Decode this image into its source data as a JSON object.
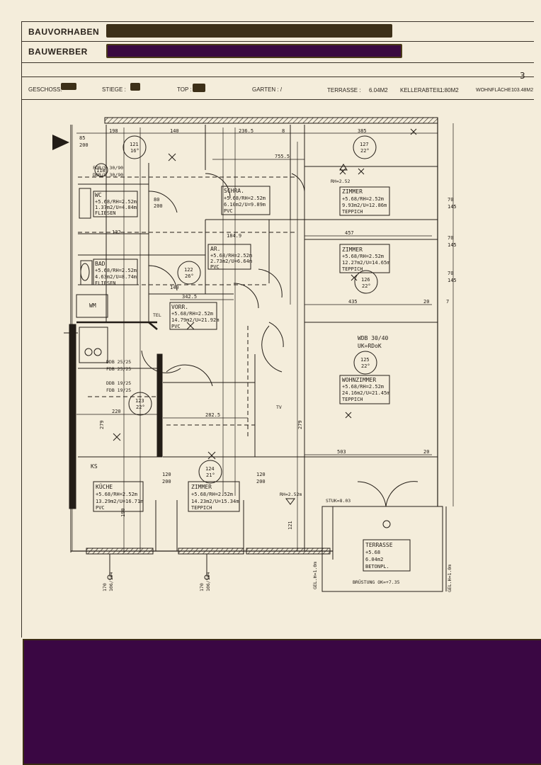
{
  "header": {
    "bauvorhaben_label": "BAUVORHABEN",
    "bauwerber_label": "BAUWERBER",
    "geschoss_label": "GESCHOSS:",
    "stiege_label": "STIEGE :",
    "top_label": "TOP :",
    "garten_label": "GARTEN : /",
    "terrasse_label": "TERRASSE :",
    "terrasse_value": "6.04M2",
    "kellerabteil_label": "KELLERABTEIL :",
    "kellerabteil_value": "1.80M2",
    "wohnflaeche_label": "WOHNFLÄCHE :",
    "wohnflaeche_value": "103.48M2",
    "corner_note": "3"
  },
  "rooms": {
    "schrank": {
      "name": "SCHRA.",
      "l1": "+5.68/RH=2.52m",
      "l2": "6.10m2/U=9.89m",
      "l3": "PVC"
    },
    "zimmer1": {
      "name": "ZIMMER",
      "l1": "+5.68/RH=2.52m",
      "l2": "9.93m2/U=12.86m",
      "l3": "TEPPICH"
    },
    "wc": {
      "name": "WC",
      "l1": "+5.68/RH=2.52m",
      "l2": "1.37m2/U=4.84m",
      "l3": "FLIESEN"
    },
    "ar": {
      "name": "AR.",
      "l1": "+5.68/RH=2.52m",
      "l2": "2.73m2/U=6.64m",
      "l3": "PVC"
    },
    "zimmer2": {
      "name": "ZIMMER",
      "l1": "+5.68/RH=2.52m",
      "l2": "12.27m2/U=14.65m",
      "l3": "TEPPICH"
    },
    "bad": {
      "name": "BAD",
      "l1": "+5.68/RH=2.52m",
      "l2": "4.63m2/U=8.74m",
      "l3": "FLIESEN"
    },
    "vorr": {
      "name": "VORR.",
      "l1": "+5.68/RH=2.52m",
      "l2": "14.79m2/U=21.92m",
      "l3": "PVC"
    },
    "wohnzimmer": {
      "name": "WOHNZIMMER",
      "l1": "+5.68/RH=2.52m",
      "l2": "24.16m2/U=21.45m",
      "l3": "TEPPICH"
    },
    "kueche": {
      "name": "KÜCHE",
      "l1": "+5.68/RH=2.52m",
      "l2": "13.29m2/U=16.71m",
      "l3": "PVC"
    },
    "zimmer3": {
      "name": "ZIMMER",
      "l1": "+5.68/RH=2.52m",
      "l2": "14.23m2/U=15.34m",
      "l3": "TEPPICH"
    },
    "terrasse": {
      "name": "TERRASSE",
      "l1": "+5.68",
      "l2": "6.04m2",
      "l3": "BETONPL."
    }
  },
  "dimensions": {
    "d198": "198",
    "d140a": "140",
    "d2365": "236.5",
    "d385": "385",
    "d7555": "755.5",
    "d457": "457",
    "d435": "435",
    "d503": "503",
    "d3425": "342.5",
    "d2825": "282.5",
    "d220": "220",
    "d132": "132",
    "d140b": "140",
    "d1849": "184.9",
    "d85": "85",
    "d200": "200",
    "d70a": "70",
    "d145a": "145",
    "d70b": "70",
    "d145b": "145",
    "d70c": "70",
    "d145c": "145",
    "d279a": "279",
    "d279b": "279",
    "d120a": "120",
    "d200b": "200",
    "d120b": "120",
    "d200c": "200",
    "d80": "80",
    "d200d": "200",
    "d20a": "20",
    "d20b": "20",
    "d7": "7",
    "d121": "121",
    "d190": "190",
    "d8": "8"
  },
  "annotations": {
    "fdb1": "FDB/S 30/90",
    "ddb1": "DDB/S 30/90",
    "ddb2": "DDB 25/25",
    "fdb2": "FDB 25/25",
    "ddb3": "DDB 19/25",
    "fdb3": "FDB 19/25",
    "wdb": "WDB 30/40",
    "uk": "UK=RDoK",
    "rh1": "RH=2.52",
    "rh2": "RH=2.52m",
    "stuk": "STUK=8.03",
    "brust": "BRÜSTUNG OK=+7.35",
    "gel1": "GEL.H=1.0m",
    "gel2": "GEL.H=1.0m",
    "win1a": "170",
    "win1b": "106/104",
    "win2a": "170",
    "win2b": "106/104",
    "wm": "WM",
    "ks": "KS",
    "tel": "TEL",
    "tv": "TV"
  },
  "circles": {
    "c121": "121",
    "c121b": "16°",
    "c127": "127",
    "c127b": "22°",
    "c118": "118",
    "c122": "122",
    "c122b": "26°",
    "c126": "126",
    "c126b": "22°",
    "c125": "125",
    "c125b": "22°",
    "c123": "123",
    "c123b": "22°",
    "c124": "124",
    "c124b": "21°"
  },
  "colors": {
    "paper": "#f4eddb",
    "ink": "#231d17",
    "redact_dark": "#3d3018",
    "redact_purple": "#3a0743"
  }
}
